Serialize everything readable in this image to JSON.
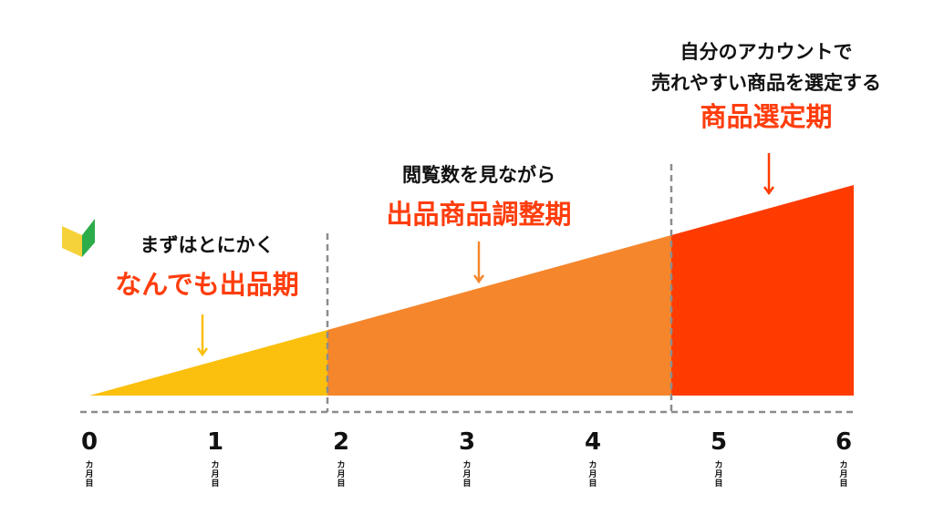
{
  "colors": {
    "phase1": "#fbbf0e",
    "phase2": "#f5862c",
    "phase3": "#ff3b00",
    "accent_text": "#ff3d0d",
    "divider": "#8c8c8c",
    "leaf_yellow": "#f6d23a",
    "leaf_green": "#2dac4b"
  },
  "phase1": {
    "line1": "まずはとにかく",
    "title": "なんでも出品期",
    "icon": "beginner-mark-icon"
  },
  "phase2": {
    "line1": "閲覧数を見ながら",
    "title": "出品商品調整期"
  },
  "phase3": {
    "line1": "自分のアカウントで",
    "line2": "売れやすい商品を選定する",
    "title": "商品選定期"
  },
  "axis": {
    "ticks": [
      "0",
      "1",
      "2",
      "3",
      "4",
      "5",
      "6"
    ],
    "unit": [
      "カ",
      "月",
      "目"
    ]
  }
}
